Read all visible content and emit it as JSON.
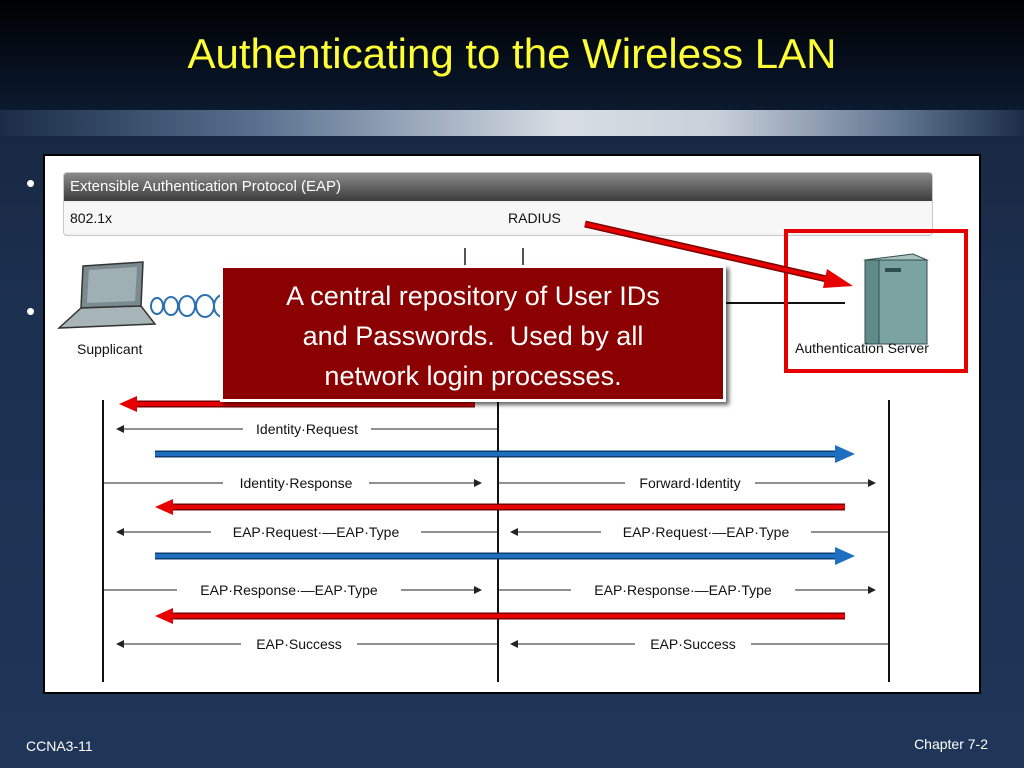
{
  "title": "Authenticating to the Wireless LAN",
  "figure": {
    "eap_header": "Extensible Authentication Protocol (EAP)",
    "col_left": "802.1x",
    "col_right": "RADIUS",
    "supplicant_label": "Supplicant",
    "server_label": "Authentication Server",
    "messages": {
      "identity_request": "Identity·Request",
      "identity_response": "Identity·Response",
      "forward_identity": "Forward·Identity",
      "eap_request_left": "EAP·Request·—EAP·Type",
      "eap_request_right": "EAP·Request·—EAP·Type",
      "eap_response_left": "EAP·Response·—EAP·Type",
      "eap_response_right": "EAP·Response·—EAP·Type",
      "eap_success_left": "EAP·Success",
      "eap_success_right": "EAP·Success"
    }
  },
  "callout": {
    "line1": "A central repository of User IDs",
    "line2": "and Passwords.  Used by all",
    "line3": "network login processes."
  },
  "footer": {
    "left": "CCNA3-11",
    "right": "Chapter 7-2"
  },
  "colors": {
    "title": "#ffff33",
    "red_arrow": "#e60000",
    "blue_arrow": "#1e6fc0",
    "callout_bg": "#8b0000"
  }
}
